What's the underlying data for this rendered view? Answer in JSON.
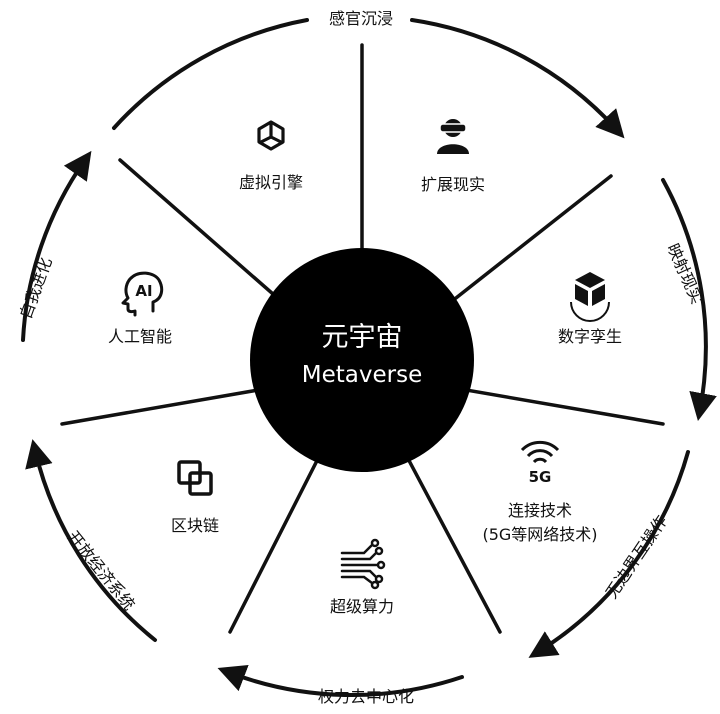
{
  "center": {
    "title_cn": "元宇宙",
    "title_en": "Metaverse"
  },
  "segments": [
    {
      "label": "虚拟引擎",
      "icon": "unity-engine-icon"
    },
    {
      "label": "扩展现实",
      "icon": "vr-headset-person-icon"
    },
    {
      "label": "数字孪生",
      "icon": "3d-cube-icon"
    },
    {
      "label": "连接技术",
      "sublabel": "(5G等网络技术)",
      "icon": "5g-signal-icon"
    },
    {
      "label": "超级算力",
      "icon": "circuit-icon"
    },
    {
      "label": "区块链",
      "icon": "blockchain-icon"
    },
    {
      "label": "人工智能",
      "icon": "ai-head-icon"
    }
  ],
  "cycle_labels": [
    {
      "text": "感官沉浸"
    },
    {
      "text": "映射现实"
    },
    {
      "text": "无边界互操作"
    },
    {
      "text": "权力去中心化"
    },
    {
      "text": "开放经济系统"
    },
    {
      "text": "自我进化"
    }
  ],
  "colors": {
    "ink": "#111111",
    "background": "#ffffff",
    "center_fill": "#000000",
    "center_text": "#ffffff"
  }
}
